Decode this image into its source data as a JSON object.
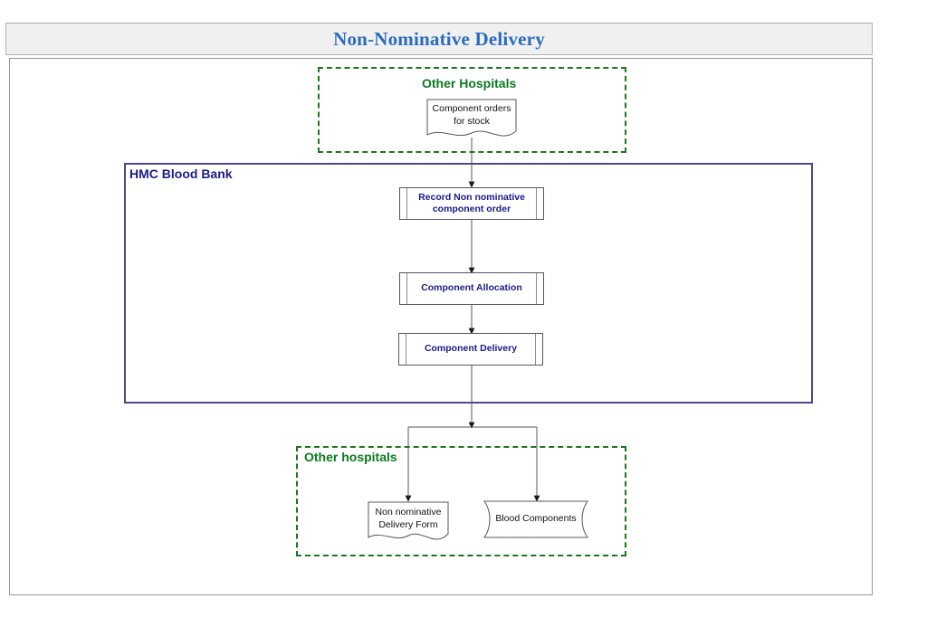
{
  "header": {
    "title": "Non-Nominative Delivery"
  },
  "diagram": {
    "type": "flowchart",
    "pools": [
      {
        "id": "pool-other-hospitals-top",
        "label": "Other Hospitals",
        "style": "dashed-green",
        "color": "#0a7a1e"
      },
      {
        "id": "pool-hmc-blood-bank",
        "label": "HMC Blood Bank",
        "style": "solid-navy",
        "color": "#1a1a8c"
      },
      {
        "id": "pool-other-hospitals-bottom",
        "label": "Other hospitals",
        "style": "dashed-green",
        "color": "#0a7a1e"
      }
    ],
    "documents": [
      {
        "id": "doc-component-orders",
        "label_line1": "Component orders",
        "label_line2": "for stock",
        "shape": "document-wave"
      },
      {
        "id": "doc-delivery-form",
        "label_line1": "Non nominative",
        "label_line2": "Delivery Form",
        "shape": "document-wave"
      },
      {
        "id": "doc-blood-components",
        "label_line1": "Blood Components",
        "label_line2": "",
        "shape": "tape-curved"
      }
    ],
    "processes": [
      {
        "id": "process-record-order",
        "label_line1": "Record Non nominative",
        "label_line2": "component order"
      },
      {
        "id": "process-component-allocation",
        "label_line1": "Component Allocation",
        "label_line2": ""
      },
      {
        "id": "process-component-delivery",
        "label_line1": "Component Delivery",
        "label_line2": ""
      }
    ],
    "flows": [
      {
        "from": "doc-component-orders",
        "to": "process-record-order"
      },
      {
        "from": "process-record-order",
        "to": "process-component-allocation"
      },
      {
        "from": "process-component-allocation",
        "to": "process-component-delivery"
      },
      {
        "from": "process-component-delivery",
        "to": "doc-delivery-form"
      },
      {
        "from": "process-component-delivery",
        "to": "doc-blood-components"
      }
    ]
  }
}
